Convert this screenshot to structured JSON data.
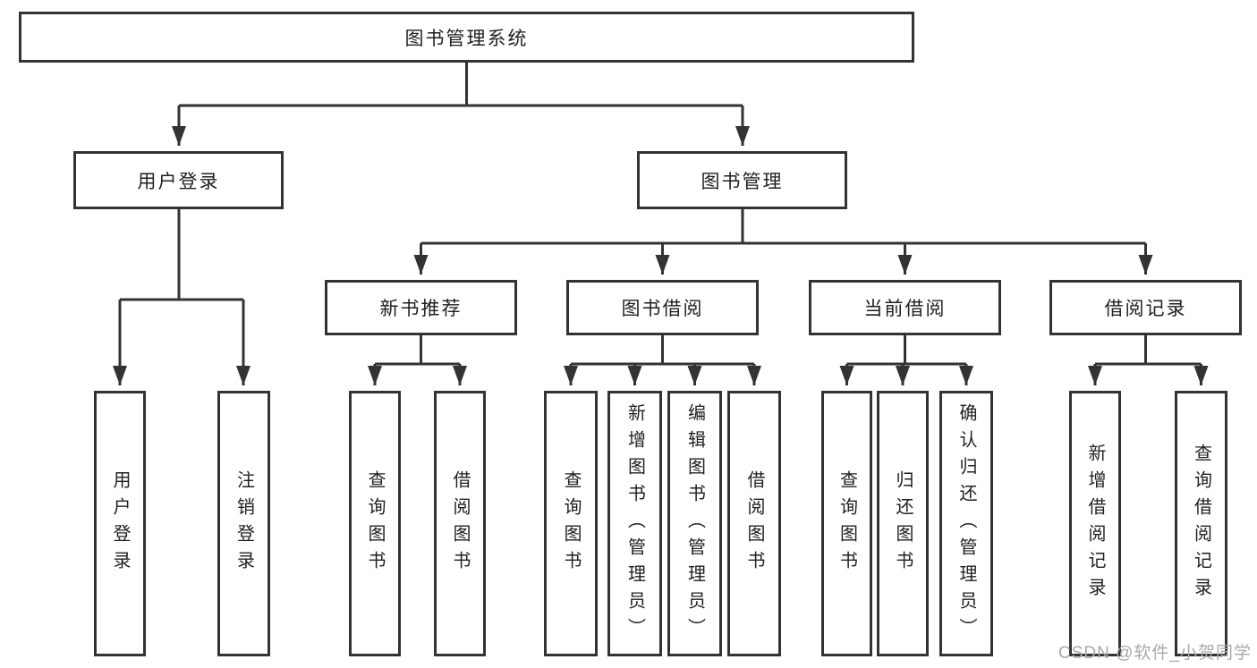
{
  "diagram": {
    "root": "图书管理系统",
    "level2": [
      "用户登录",
      "图书管理"
    ],
    "level3": [
      "新书推荐",
      "图书借阅",
      "当前借阅",
      "借阅记录"
    ],
    "leaves": [
      "用户登录",
      "注销登录",
      "查询图书",
      "借阅图书",
      "查询图书",
      "新增图书（管理员）",
      "编辑图书（管理员）",
      "借阅图书",
      "查询图书",
      "归还图书",
      "确认归还（管理员）",
      "新增借阅记录",
      "查询借阅记录"
    ],
    "tree": {
      "图书管理系统": {
        "用户登录": [
          "用户登录",
          "注销登录"
        ],
        "图书管理": {
          "新书推荐": [
            "查询图书",
            "借阅图书"
          ],
          "图书借阅": [
            "查询图书",
            "新增图书（管理员）",
            "编辑图书（管理员）",
            "借阅图书"
          ],
          "当前借阅": [
            "查询图书",
            "归还图书",
            "确认归还（管理员）"
          ],
          "借阅记录": [
            "新增借阅记录",
            "查询借阅记录"
          ]
        }
      }
    }
  },
  "watermark": "CSDN @软件_小贺同学",
  "colors": {
    "line": "#333333",
    "text": "#1f1f1f",
    "background": "#ffffff",
    "watermark": "#a9a9a9"
  }
}
